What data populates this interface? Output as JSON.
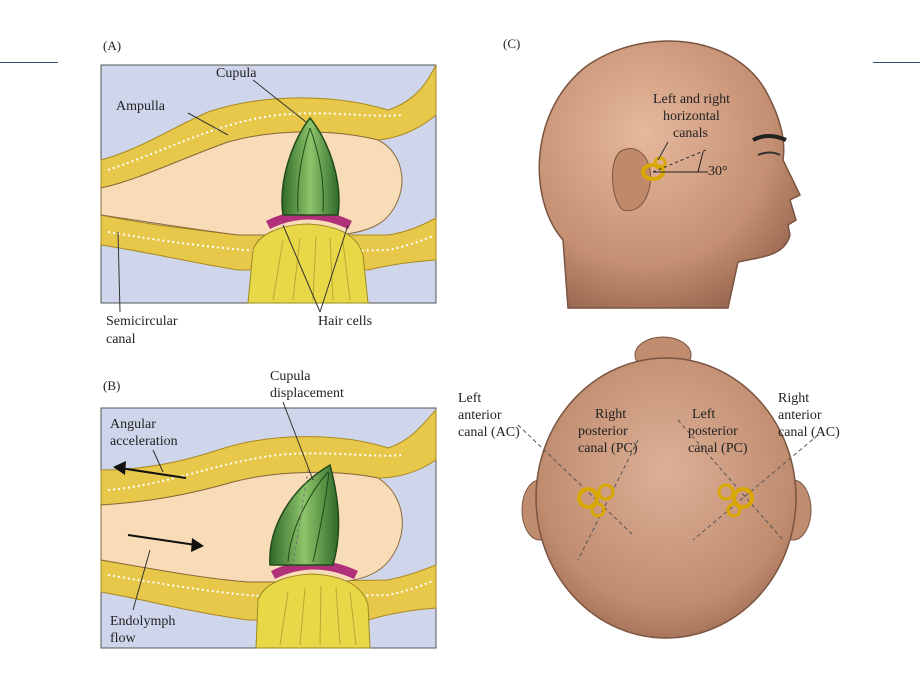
{
  "panels": {
    "a": {
      "letter": "(A)",
      "cupula": "Cupula",
      "ampulla": "Ampulla",
      "semicircular_1": "Semicircular",
      "semicircular_2": "canal",
      "hair_cells": "Hair cells"
    },
    "b": {
      "letter": "(B)",
      "cupula_1": "Cupula",
      "cupula_2": "displacement",
      "angular_1": "Angular",
      "angular_2": "acceleration",
      "endolymph_1": "Endolymph",
      "endolymph_2": "flow"
    },
    "c": {
      "letter": "(C)",
      "horiz_1": "Left and right",
      "horiz_2": "horizontal",
      "horiz_3": "canals",
      "angle": "30°",
      "lac_1": "Left",
      "lac_2": "anterior",
      "lac_3": "canal (AC)",
      "rpc_1": "Right",
      "rpc_2": "posterior",
      "rpc_3": "canal (PC)",
      "lpc_1": "Left",
      "lpc_2": "posterior",
      "lpc_3": "canal (PC)",
      "rac_1": "Right",
      "rac_2": "anterior",
      "rac_3": "canal (AC)"
    }
  },
  "colors": {
    "background_fluid": "#cfd6ec",
    "canal_wall": "#e8c84a",
    "ampulla_fill": "#f8dcb8",
    "cupula": "#4f8a3c",
    "hair_cells": "#b0307a",
    "nerve": "#e8d848",
    "skin": "#c9977a"
  }
}
